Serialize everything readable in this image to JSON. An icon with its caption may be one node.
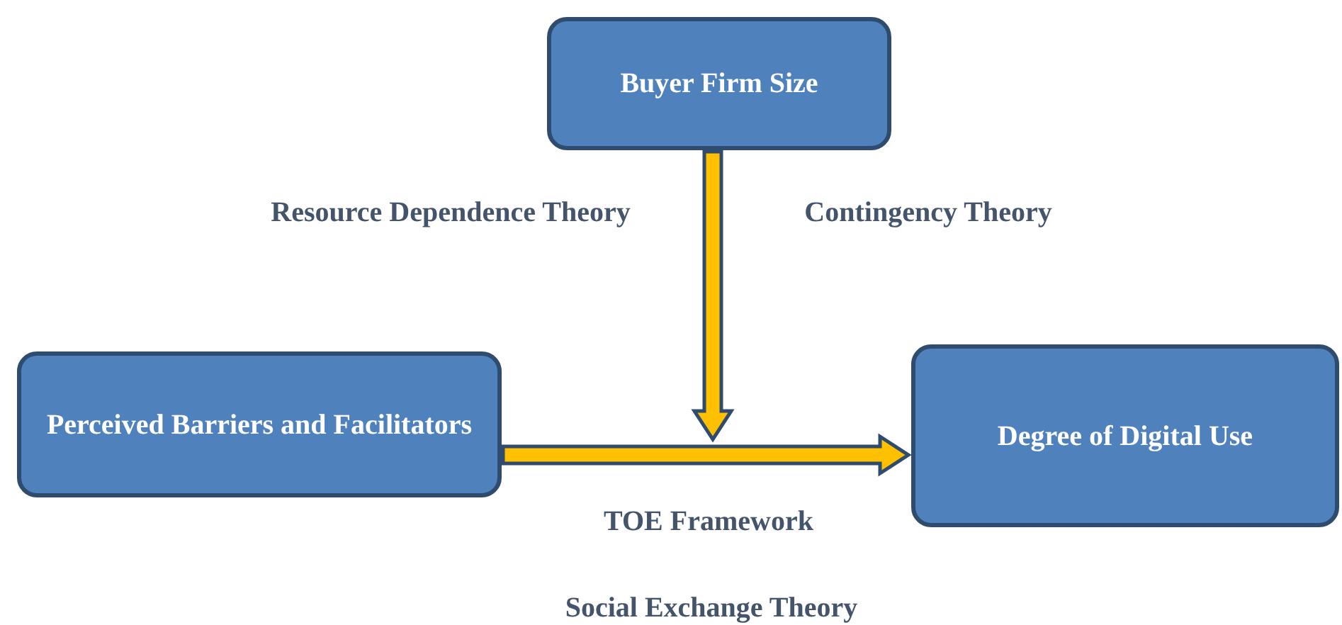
{
  "diagram": {
    "nodes": [
      {
        "text": [
          "Buyer Firm Size"
        ]
      },
      {
        "text": [
          "Perceived Barriers and Facilitators"
        ]
      },
      {
        "text": [
          "Degree of Digital Use"
        ]
      }
    ],
    "edges": [
      {
        "from": 1,
        "to": 2,
        "arrow": "to"
      },
      {
        "from": 0,
        "to": null,
        "arrow": "to"
      }
    ],
    "labels": [
      "Resource Dependence Theory",
      "Contingency Theory",
      "TOE Framework",
      "Social Exchange Theory"
    ]
  }
}
